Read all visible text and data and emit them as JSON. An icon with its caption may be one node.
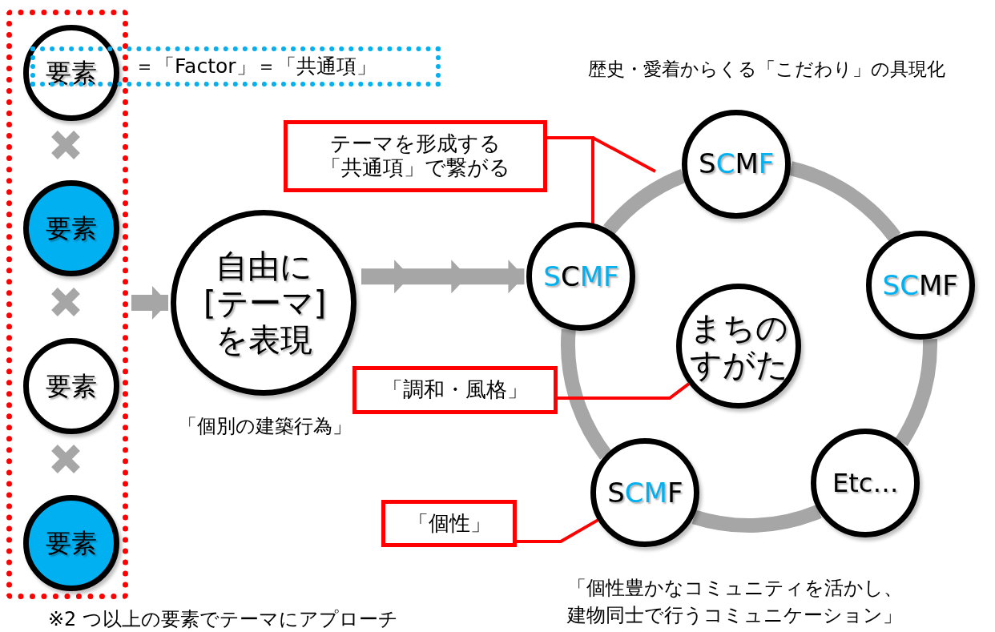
{
  "diagram": {
    "nodes": [
      {
        "text": [],
        "shape": "box"
      },
      {
        "text": [
          "要素"
        ],
        "in": 0
      },
      {
        "text": [
          "要素"
        ],
        "in": 0
      },
      {
        "text": [
          "要素"
        ],
        "in": 0
      },
      {
        "text": [
          "要素"
        ],
        "in": 0
      },
      {
        "text": [
          "＝「Factor」＝「共通項」"
        ]
      },
      {
        "text": [
          "自由に[テーマ]を表現"
        ],
        "beside": [
          "「個別の建築行為」"
        ]
      },
      {
        "text": [
          "テーマを形成する「共通項」で繋がる"
        ]
      },
      {
        "text": [
          "SCMF"
        ]
      },
      {
        "text": [
          "SCMF"
        ]
      },
      {
        "text": [
          "SCMF"
        ]
      },
      {
        "text": [
          "まちのすがた"
        ]
      },
      {
        "text": [
          "「調和・風格」"
        ]
      },
      {
        "text": [
          "SCMF"
        ]
      },
      {
        "text": [
          "Etc…"
        ]
      },
      {
        "text": [
          "「個性」"
        ]
      }
    ],
    "edges": [
      {
        "from": 0,
        "to": 6,
        "arrow": "to"
      },
      {
        "from": 6,
        "to": 9,
        "arrow": "to"
      },
      {
        "from": 9,
        "to": 8,
        "arrow": "none"
      },
      {
        "from": 8,
        "to": 10,
        "arrow": "none"
      },
      {
        "from": 10,
        "to": 14,
        "arrow": "none"
      },
      {
        "from": 14,
        "to": 13,
        "arrow": "none"
      },
      {
        "from": 13,
        "to": 9,
        "arrow": "none"
      },
      {
        "from": 7,
        "to": 9,
        "arrow": "none",
        "color": "#ff0000"
      },
      {
        "from": 7,
        "to": null,
        "arrow": "none",
        "color": "#ff0000"
      },
      {
        "from": 12,
        "to": 11,
        "arrow": "none",
        "color": "#ff0000"
      },
      {
        "from": 15,
        "to": 13,
        "arrow": "none",
        "color": "#ff0000"
      }
    ],
    "labels": [
      "歴史・愛着からくる「こだわり」の具現化",
      "「個性豊かなコミュニティを活かし、建物同士で行うコミュニケーション」",
      "※2 つ以上の要素でテーマにアプローチ"
    ]
  }
}
